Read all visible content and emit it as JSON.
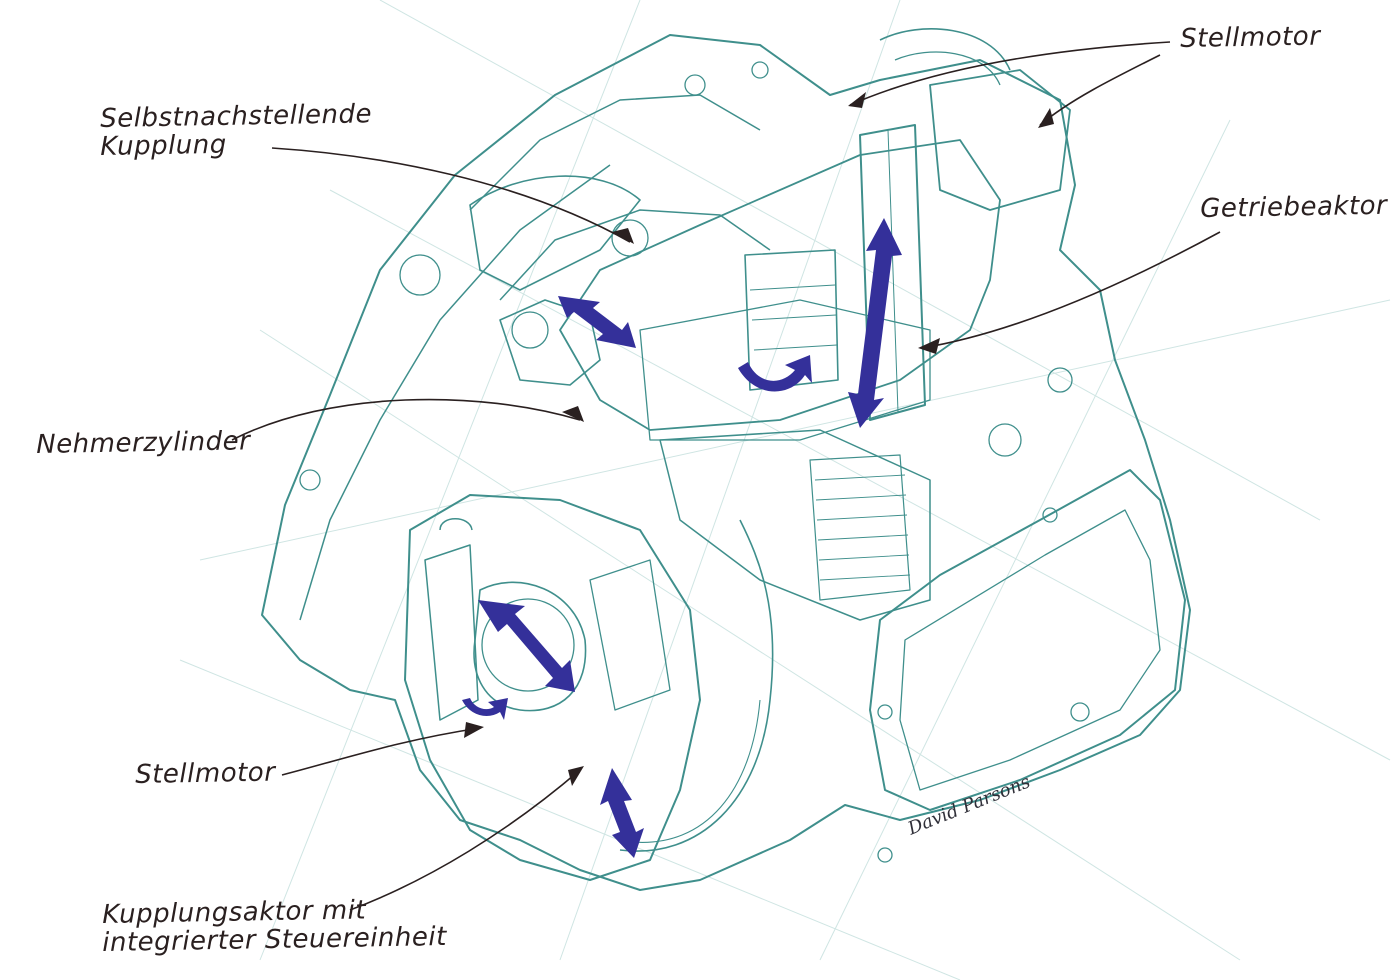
{
  "labels": {
    "stellmotor_top": "Stellmotor",
    "kupplung_line1": "Selbstnachstellende",
    "kupplung_line2": "Kupplung",
    "getriebeaktor": "Getriebeaktor",
    "nehmerzylinder": "Nehmerzylinder",
    "stellmotor_bottom": "Stellmotor",
    "kupplungsaktor_line1": "Kupplungsaktor mit",
    "kupplungsaktor_line2": "integrierter Steuereinheit"
  },
  "signature": "David Parsons",
  "colors": {
    "sketch": "#3f8f8c",
    "sketch_light": "#a9d3d0",
    "arrow": "#34309a",
    "leader": "#2a2020",
    "text": "#2a2020"
  }
}
